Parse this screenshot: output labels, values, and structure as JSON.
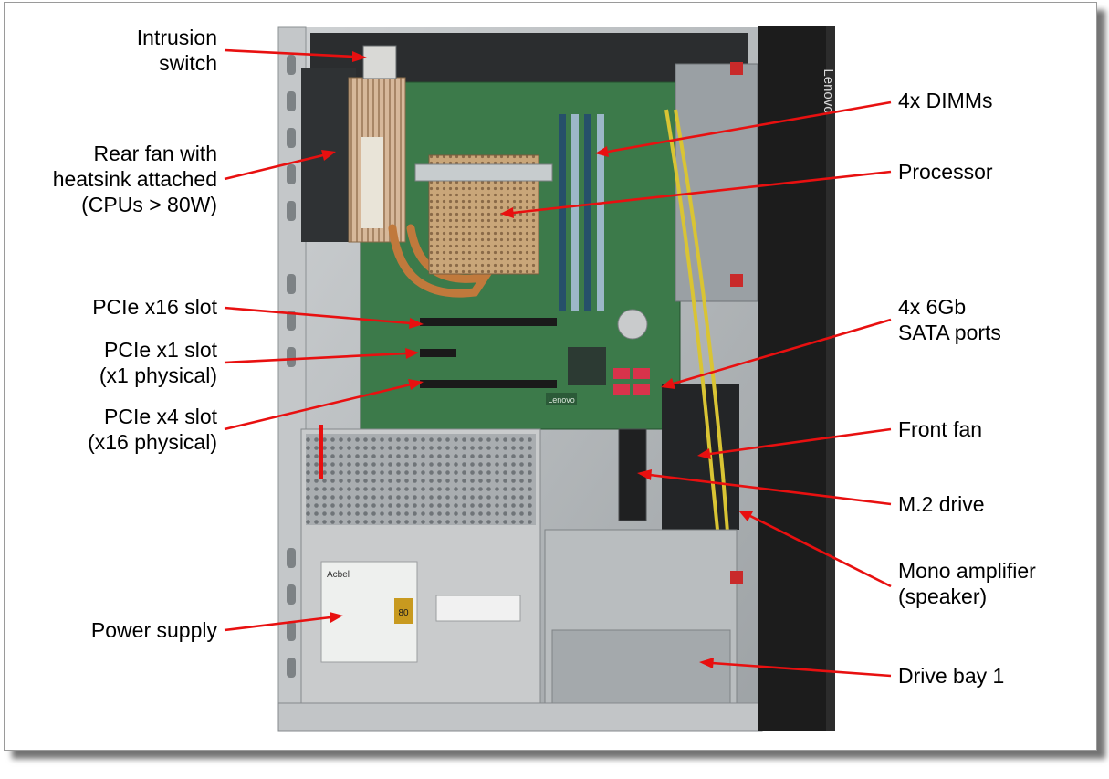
{
  "colors": {
    "callout": "#e81010",
    "frame_border": "#9a9a9a",
    "chassis_metal": "#b8bcbe",
    "motherboard": "#3c7a4a",
    "bezel": "#1c1c1c",
    "psu": "#c9cbcc"
  },
  "bezel_logo": "Lenovo",
  "board_logo": "Lenovo",
  "psu_badge": "80",
  "psu_label_text": "Acbel",
  "callouts_left": [
    {
      "id": "intrusion-switch",
      "lines": [
        "Intrusion",
        "switch"
      ]
    },
    {
      "id": "rear-fan",
      "lines": [
        "Rear fan with",
        "heatsink attached",
        "(CPUs > 80W)"
      ]
    },
    {
      "id": "pcie-x16",
      "lines": [
        "PCIe x16 slot"
      ]
    },
    {
      "id": "pcie-x1",
      "lines": [
        "PCIe x1 slot",
        "(x1 physical)"
      ]
    },
    {
      "id": "pcie-x4",
      "lines": [
        "PCIe x4 slot",
        "(x16 physical)"
      ]
    },
    {
      "id": "power-supply",
      "lines": [
        "Power supply"
      ]
    }
  ],
  "callouts_right": [
    {
      "id": "dimms",
      "lines": [
        "4x DIMMs"
      ]
    },
    {
      "id": "processor",
      "lines": [
        "Processor"
      ]
    },
    {
      "id": "sata-ports",
      "lines": [
        "4x 6Gb",
        "SATA ports"
      ]
    },
    {
      "id": "front-fan",
      "lines": [
        "Front fan"
      ]
    },
    {
      "id": "m2-drive",
      "lines": [
        "M.2 drive"
      ]
    },
    {
      "id": "mono-amplifier",
      "lines": [
        "Mono amplifier",
        "(speaker)"
      ]
    },
    {
      "id": "drive-bay-1",
      "lines": [
        "Drive bay 1"
      ]
    }
  ]
}
